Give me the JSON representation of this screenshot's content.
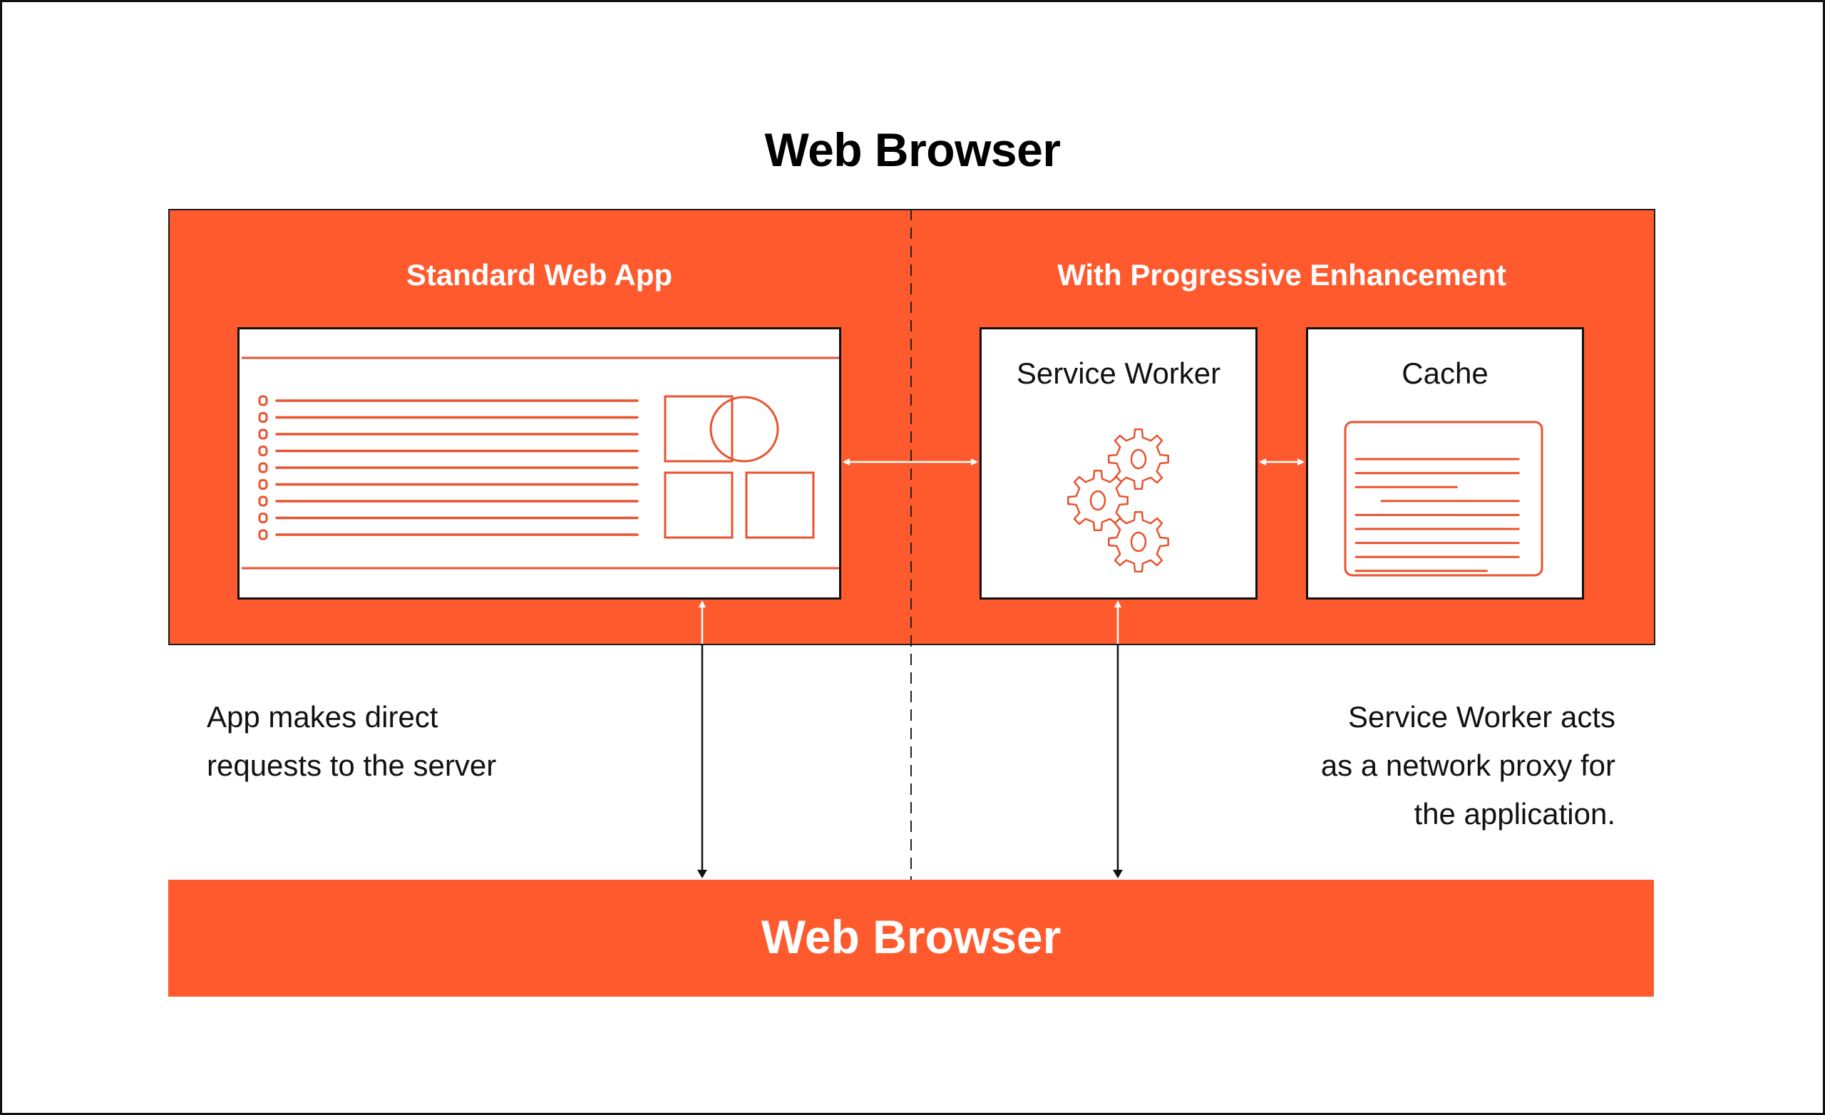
{
  "diagram": {
    "title": "Web Browser",
    "left_section": {
      "title": "Standard Web App",
      "caption_lines": [
        "App makes direct",
        "requests to the server"
      ]
    },
    "right_section": {
      "title": "With Progressive Enhancement",
      "service_worker_label": "Service Worker",
      "cache_label": "Cache",
      "caption_lines": [
        "Service Worker acts",
        "as a network proxy for",
        "the application."
      ]
    },
    "bottom_bar": {
      "label": "Web Browser"
    },
    "colors": {
      "accent": "#FF5A2E",
      "text": "#111111",
      "background": "#FFFFFF"
    }
  }
}
